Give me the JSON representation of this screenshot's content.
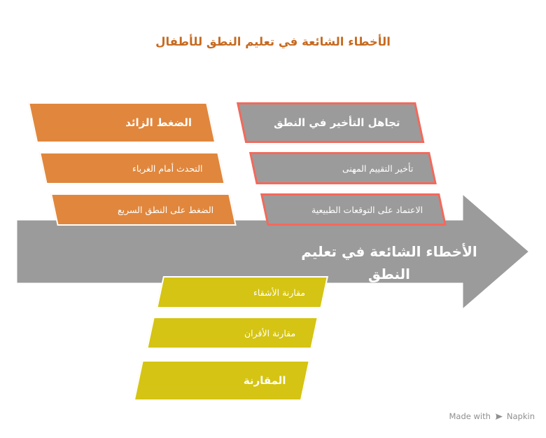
{
  "title": "الأخطاء الشائعة في تعليم النطق للأطفال",
  "arrow": {
    "label": "الأخطاء الشائعة في تعليم النطق",
    "direction": "right",
    "color": "#9B9B9B"
  },
  "columns": {
    "orange": {
      "header": "الضغط الزائد",
      "rows": [
        "التحدث أمام الغرباء",
        "الضغط على النطق السريع"
      ],
      "fill": "#E0873D",
      "border": "#FFFFFF"
    },
    "gray": {
      "header": "تجاهل التأخير في النطق",
      "rows": [
        "تأخير التقييم المهنى",
        "الاعتماد على التوقعات الطبيعية"
      ],
      "fill": "#9B9B9B",
      "border": "#F4695B"
    },
    "yellow": {
      "header": "المقارنة",
      "rows": [
        "مقارنة الأشقاء",
        "مقارنة الأقران"
      ],
      "fill": "#D5C413",
      "border": "#FFFFFF"
    }
  },
  "colors": {
    "title": "#C76A1F",
    "text_on_shapes": "#FFFFFF",
    "watermark": "#8F8F8F",
    "background": "#FFFFFF"
  },
  "watermark": {
    "prefix": "Made with",
    "brand": "Napkin",
    "icon": "napkin-logo-icon"
  }
}
